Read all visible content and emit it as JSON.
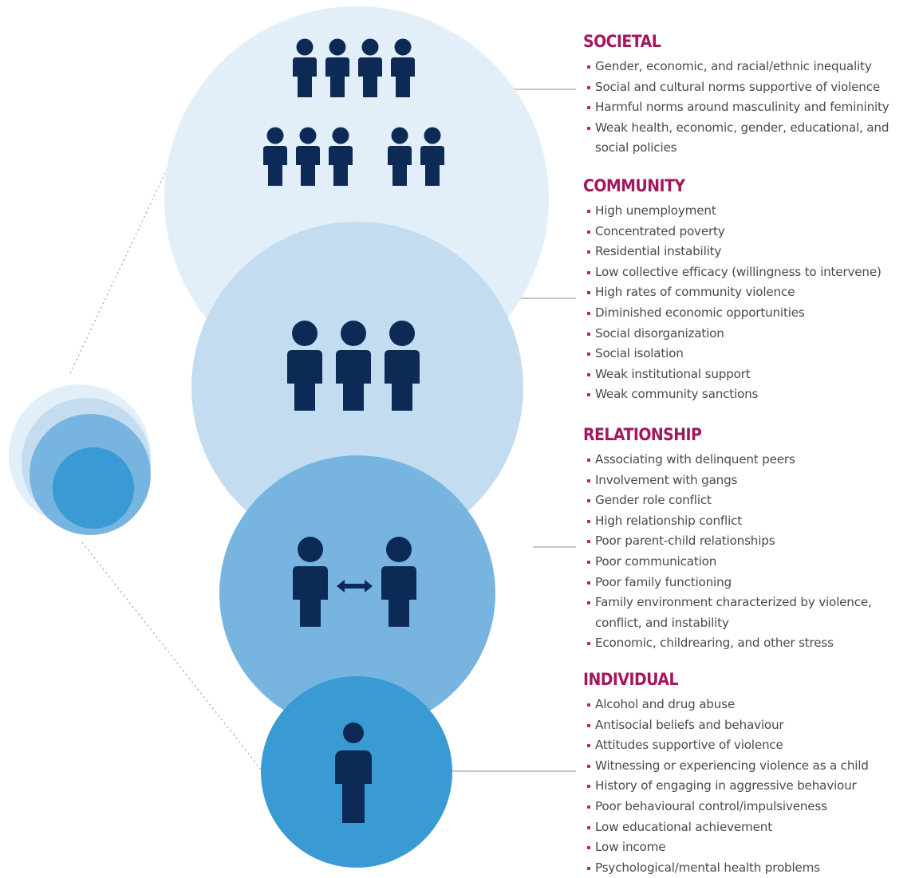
{
  "levels": [
    {
      "id": "societal",
      "title": "SOCIETAL",
      "icon": "group-of-nine-people-icon",
      "items": [
        "Gender, economic, and racial/ethnic inequality",
        "Social and cultural norms supportive of violence",
        "Harmful norms around masculinity and femininity",
        "Weak health, economic, gender, educational, and social policies"
      ]
    },
    {
      "id": "community",
      "title": "COMMUNITY",
      "icon": "three-people-icon",
      "items": [
        "High unemployment",
        "Concentrated poverty",
        "Residential instability",
        "Low collective efficacy (willingness to intervene)",
        "High rates of community violence",
        "Diminished economic opportunities",
        "Social disorganization",
        "Social isolation",
        "Weak institutional support",
        "Weak community sanctions"
      ]
    },
    {
      "id": "relationship",
      "title": "RELATIONSHIP",
      "icon": "two-people-arrow-icon",
      "items": [
        "Associating with delinquent peers",
        "Involvement with gangs",
        "Gender role conflict",
        "High relationship conflict",
        "Poor parent-child relationships",
        "Poor communication",
        "Poor family functioning",
        "Family environment characterized by violence, conflict, and instability",
        "Economic, childrearing, and other stress"
      ]
    },
    {
      "id": "individual",
      "title": "INDIVIDUAL",
      "icon": "single-person-icon",
      "items": [
        "Alcohol and drug abuse",
        "Antisocial beliefs and behaviour",
        "Attitudes supportive of violence",
        "Witnessing or experiencing violence as a child",
        "History of engaging in aggressive behaviour",
        "Poor behavioural control/impulsiveness",
        "Low educational achievement",
        "Low income",
        "Psychological/mental health problems"
      ]
    }
  ],
  "colors": {
    "societal_circle": "#e2eef8",
    "community_circle": "#c3dcf0",
    "relationship_circle": "#77b5e0",
    "individual_circle": "#3a9ad4",
    "icon_fill": "#0d2a57",
    "heading": "#a3175d",
    "bullet": "#c2185b",
    "text": "#4a4a4a"
  }
}
